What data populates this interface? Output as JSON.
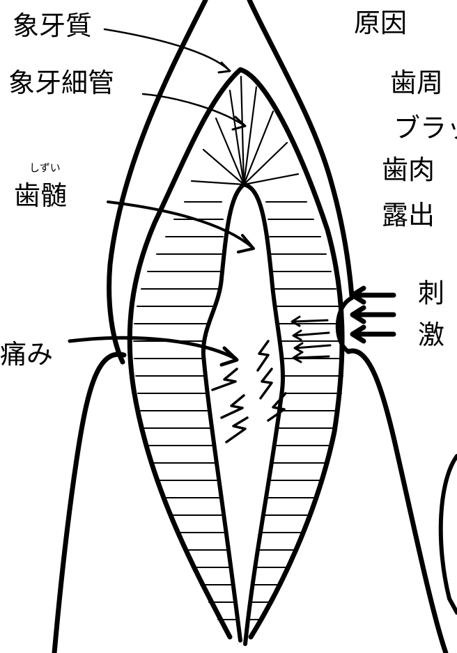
{
  "labels": {
    "dentin": "象牙質",
    "tubules": "象牙細管",
    "pulp": "歯髄",
    "pulp_ruby": "しずい",
    "pain": "痛み",
    "stimulus_line1": "刺",
    "stimulus_line2": "激"
  },
  "cause": {
    "heading": "原因",
    "lines": [
      "歯周",
      "ブラッ",
      "歯肉",
      "露出"
    ]
  },
  "colors": {
    "ink": "#000000",
    "paper": "#ffffff"
  }
}
